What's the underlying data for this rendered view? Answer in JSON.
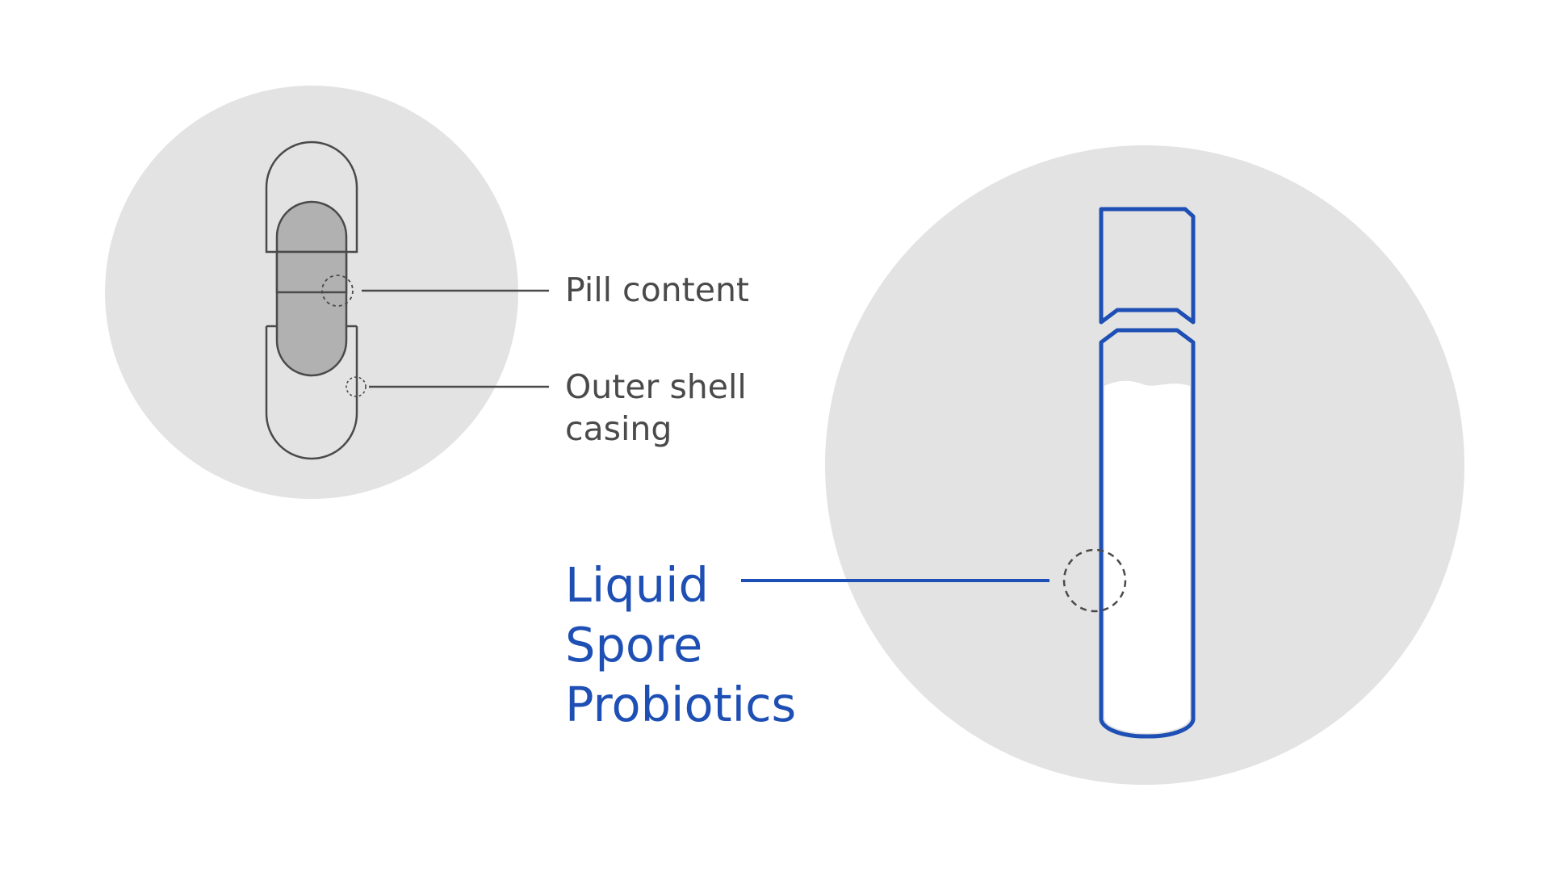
{
  "colors": {
    "background": "#ffffff",
    "circle_fill": "#e3e3e3",
    "capsule_outline": "#4a4a4a",
    "capsule_content": "#b1b1b1",
    "vial_outline": "#1e4fb4",
    "vial_liquid": "#ffffff",
    "label_gray": "#4a4a4a",
    "label_blue": "#1e4fb4"
  },
  "labels": {
    "pill_content": "Pill content",
    "outer_shell_line1": "Outer shell",
    "outer_shell_line2": "casing",
    "liquid_line1": "Liquid",
    "liquid_line2": "Spore",
    "liquid_line3": "Probiotics"
  },
  "icons": {
    "capsule": "capsule-icon",
    "vial": "vial-icon",
    "callout_marker": "dashed-circle-marker"
  }
}
